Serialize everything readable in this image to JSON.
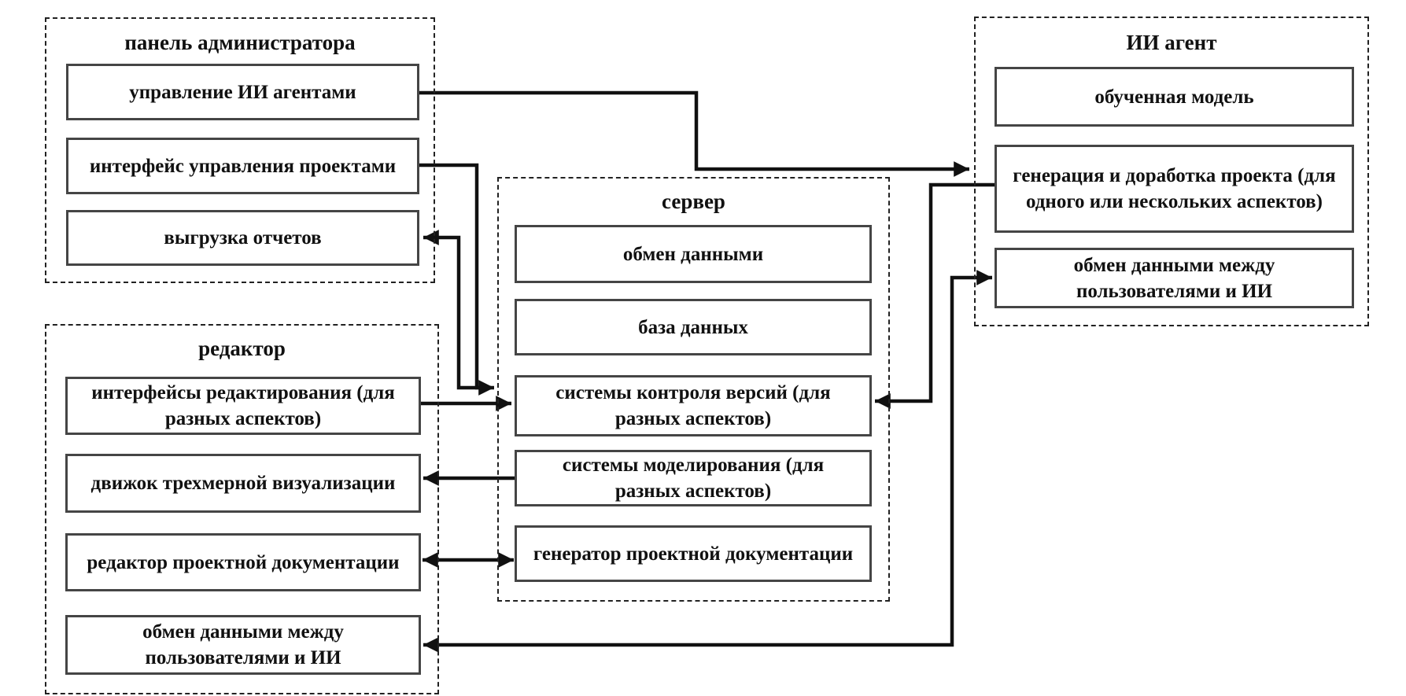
{
  "diagram": {
    "admin_panel": {
      "title": "панель администратора",
      "box_ai_management": "управление ИИ агентами",
      "box_project_mgmt_interface": "интерфейс управления проектами",
      "box_report_export": "выгрузка отчетов"
    },
    "editor": {
      "title": "редактор",
      "box_editing_interfaces": "интерфейсы редактирования (для разных аспектов)",
      "box_3d_engine": "движок трехмерной визуализации",
      "box_doc_editor": "редактор проектной документации",
      "box_data_exchange_users_ai": "обмен данными между пользователями и ИИ"
    },
    "server": {
      "title": "сервер",
      "box_data_exchange": "обмен данными",
      "box_database": "база данных",
      "box_version_control": "системы контроля версий (для разных аспектов)",
      "box_modeling_systems": "системы моделирования (для разных аспектов)",
      "box_doc_generator": "генератор проектной документации"
    },
    "ai_agent": {
      "title": "ИИ агент",
      "box_trained_model": "обученная модель",
      "box_generation": "генерация и доработка проекта (для одного или нескольких аспектов)",
      "box_data_exchange_users_ai": "обмен данными между пользователями и ИИ"
    },
    "colors": {
      "line": "#111111",
      "box_border": "#454545",
      "dashed_border": "#222222",
      "text": "#111111",
      "background": "#ffffff"
    }
  }
}
